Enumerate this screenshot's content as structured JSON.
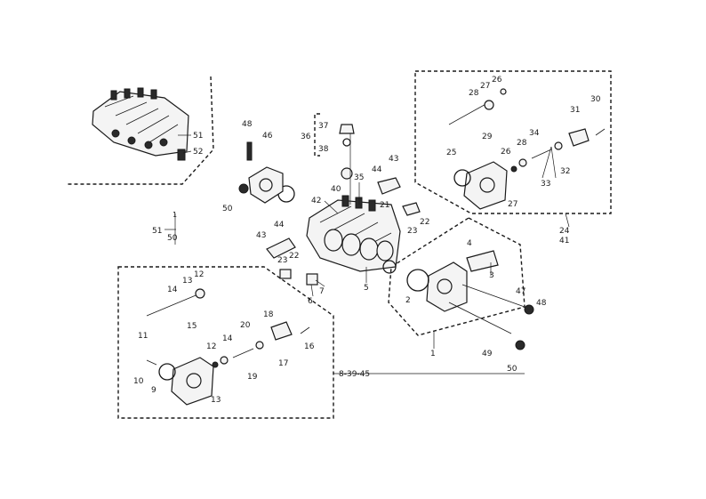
{
  "labels": {
    "l1": "1",
    "l2": "2",
    "l3": "3",
    "l4": "4",
    "l5": "5",
    "l6": "6",
    "l7": "7",
    "l8_39_45": "8-39-45",
    "l9": "9",
    "l10": "10",
    "l11": "11",
    "l12a": "12",
    "l12b": "12",
    "l13a": "13",
    "l13b": "13",
    "l14a": "14",
    "l14b": "14",
    "l15": "15",
    "l16": "16",
    "l17": "17",
    "l18": "18",
    "l19": "19",
    "l20": "20",
    "l21": "21",
    "l22a": "22",
    "l22b": "22",
    "l23a": "23",
    "l23b": "23",
    "l24": "24",
    "l25": "25",
    "l26a": "26",
    "l26b": "26",
    "l27a": "27",
    "l27b": "27",
    "l28a": "28",
    "l28b": "28",
    "l29": "29",
    "l30": "30",
    "l31": "31",
    "l32": "32",
    "l33": "33",
    "l34": "34",
    "l35": "35",
    "l36": "36",
    "l37": "37",
    "l38": "38",
    "l40": "40",
    "l41": "41",
    "l42": "42",
    "l43a": "43",
    "l43b": "43",
    "l44a": "44",
    "l44b": "44",
    "l46": "46",
    "l47": "47",
    "l48a": "48",
    "l48b": "48",
    "l49": "49",
    "l50a": "50",
    "l50b": "50",
    "l50c": "50",
    "l51a": "51",
    "l51b": "51",
    "l52": "52",
    "l1b": "1"
  }
}
